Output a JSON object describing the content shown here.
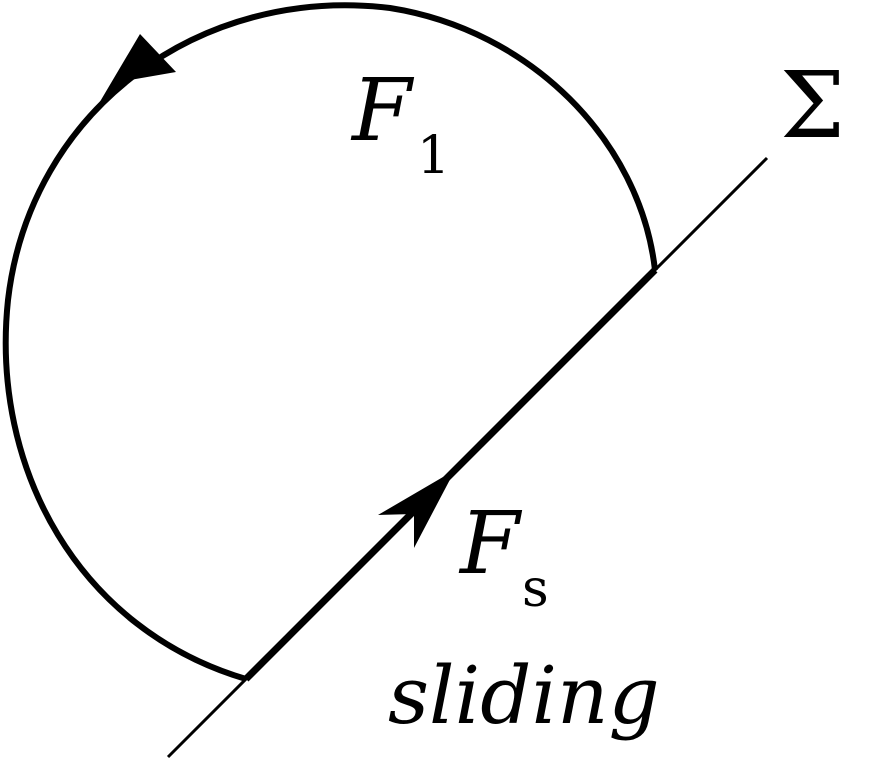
{
  "diagram": {
    "surface_label": "Σ",
    "orbit_label": {
      "main": "F",
      "sub": "1"
    },
    "segment_label": {
      "main": "F",
      "sub": "s"
    },
    "caption": "sliding"
  },
  "colors": {
    "stroke": "#000000",
    "background": "#ffffff"
  }
}
